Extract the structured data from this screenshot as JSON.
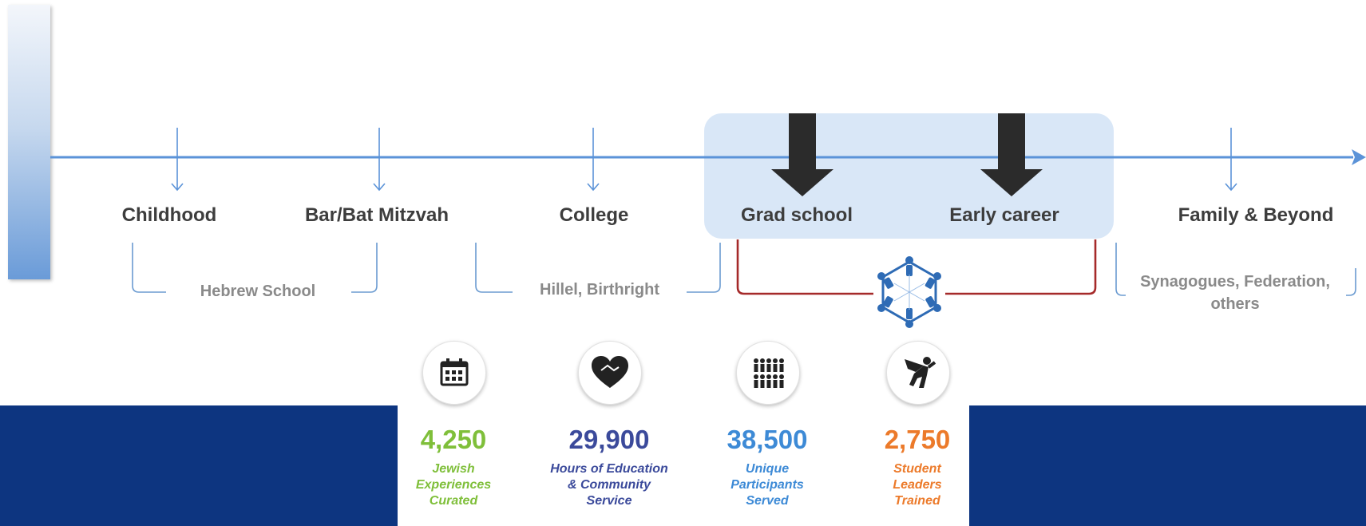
{
  "timeline": {
    "stages": [
      {
        "label": "Childhood"
      },
      {
        "label": "Bar/Bat Mitzvah"
      },
      {
        "label": "College"
      },
      {
        "label": "Grad school"
      },
      {
        "label": "Early career"
      },
      {
        "label": "Family & Beyond"
      }
    ],
    "brackets": [
      {
        "label": "Hebrew School"
      },
      {
        "label": "Hillel, Birthright"
      },
      {
        "label_line1": "Synagogues, Federation,",
        "label_line2": "others"
      }
    ]
  },
  "stats": [
    {
      "value": "4,250",
      "caption": [
        "Jewish",
        "Experiences",
        "Curated"
      ],
      "color": "#7fbf3a",
      "icon": "calendar-icon"
    },
    {
      "value": "29,900",
      "caption": [
        "Hours of Education",
        "& Community",
        "Service"
      ],
      "color": "#3b4a9b",
      "icon": "heart-handshake-icon"
    },
    {
      "value": "38,500",
      "caption": [
        "Unique",
        "Participants",
        "Served"
      ],
      "color": "#3d8ad6",
      "icon": "people-icon"
    },
    {
      "value": "2,750",
      "caption": [
        "Student",
        "Leaders",
        "Trained"
      ],
      "color": "#ec7a2a",
      "icon": "superhero-icon"
    }
  ],
  "colors": {
    "timeline": "#5b93d8",
    "highlight": "#d9e7f7",
    "bracket_gray": "#8a8a8a",
    "bracket_red": "#a52a2a",
    "bottom_band": "#0d3580",
    "hexagon_blue": "#2e6bb5"
  }
}
